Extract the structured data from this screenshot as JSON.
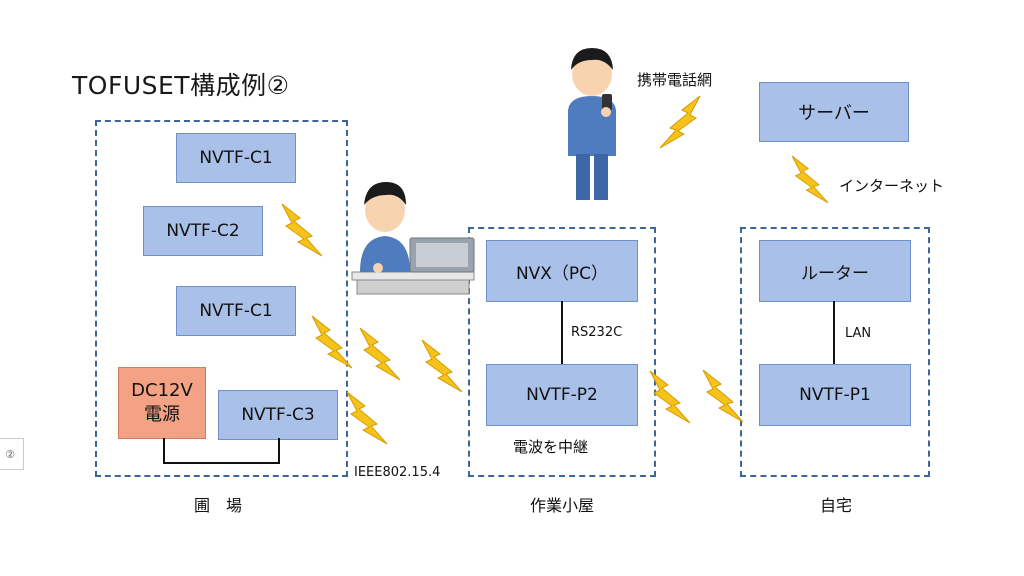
{
  "title": "TOFUSET構成例②",
  "side_marker": "②",
  "field": {
    "label": "圃　場",
    "nodes": [
      "NVTF-C1",
      "NVTF-C2",
      "NVTF-C1",
      "NVTF-C3"
    ],
    "power_line1": "DC12V",
    "power_line2": "電源"
  },
  "workshop": {
    "label": "作業小屋",
    "pc": "NVX（PC）",
    "link": "RS232C",
    "relay": "NVTF-P2",
    "relay_note": "電波を中継"
  },
  "home": {
    "label": "自宅",
    "router": "ルーター",
    "link": "LAN",
    "node": "NVTF-P1"
  },
  "server": "サーバー",
  "labels": {
    "mobile": "携帯電話網",
    "internet": "インターネット",
    "radio": "IEEE802.15.4"
  },
  "colors": {
    "box_fill": "#a9c1e8",
    "power_fill": "#f4a285",
    "dash_border": "#3e6598",
    "bolt": "#f7c21a"
  }
}
